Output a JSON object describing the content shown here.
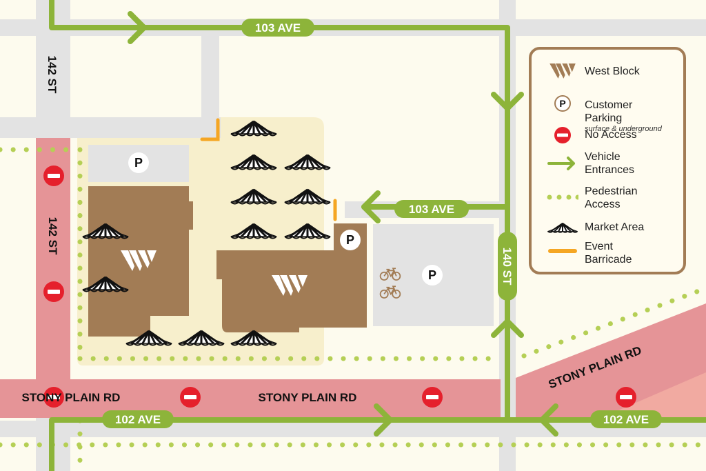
{
  "streets": {
    "ave103_top": "103 AVE",
    "ave103_mid": "103 AVE",
    "st142_top": "142 ST",
    "st142_left": "142 ST",
    "st140": "140 ST",
    "stony_plain_left": "STONY PLAIN RD",
    "stony_plain_mid": "STONY PLAIN RD",
    "stony_plain_diag": "STONY PLAIN RD",
    "ave102_left": "102 AVE",
    "ave102_right": "102 AVE"
  },
  "parking_symbol": "P",
  "brand_symbol": "W",
  "legend": {
    "west_block": "West Block",
    "customer_parking": "Customer\nParking",
    "customer_parking_note": "surface & underground",
    "no_access": "No Access",
    "vehicle_entrances": "Vehicle\nEntrances",
    "pedestrian_access": "Pedestrian\nAccess",
    "market_area": "Market Area",
    "event_barricade": "Event\nBarricade"
  },
  "colors": {
    "background": "#fdfbee",
    "street_gray": "#e3e3e3",
    "closed_road": "#e59497",
    "market_area": "#f7efcc",
    "building": "#a27c55",
    "vehicle_route": "#8db43a",
    "pedestrian_dots": "#b5cf55",
    "no_access_red": "#e5202c",
    "barricade_orange": "#f5a623",
    "legend_border": "#a27c55"
  },
  "icons": {
    "brand": "west-block-logo-icon",
    "parking": "parking-icon",
    "no_access": "no-access-icon",
    "vehicle": "vehicle-entrance-arrow-icon",
    "pedestrian": "pedestrian-dots-icon",
    "market": "market-tent-icon",
    "barricade": "barricade-icon",
    "bike": "bicycle-icon"
  }
}
